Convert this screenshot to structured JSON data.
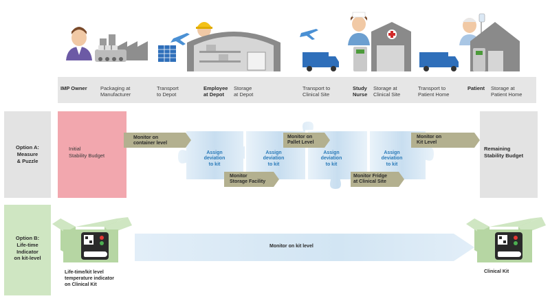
{
  "stages": [
    {
      "role": "IMP Owner",
      "activity": "Packaging at Manufacturer"
    },
    {
      "role": "",
      "activity": "Transport to Depot"
    },
    {
      "role": "Employee at Depot",
      "activity": "Storage at Depot"
    },
    {
      "role": "",
      "activity": "Transport to Clinical Site"
    },
    {
      "role": "Study Nurse",
      "activity": "Storage at Clinical Site"
    },
    {
      "role": "",
      "activity": "Transport to Patient Home"
    },
    {
      "role": "Patient",
      "activity": "Storage at Patient Home"
    }
  ],
  "stage_lines": {
    "s1_role": "IMP Owner",
    "s1_act_1": "Packaging at",
    "s1_act_2": "Manufacturer",
    "s2_act_1": "Transport",
    "s2_act_2": "to Depot",
    "s3_role_1": "Employee",
    "s3_role_2": "at Depot",
    "s3_act_1": "Storage",
    "s3_act_2": "at Depot",
    "s4_act_1": "Transport to",
    "s4_act_2": "Clinical Site",
    "s5_role_1": "Study",
    "s5_role_2": "Nurse",
    "s5_act_1": "Storage at",
    "s5_act_2": "Clinical Site",
    "s6_act_1": "Transport to",
    "s6_act_2": "Patient Home",
    "s7_role": "Patient",
    "s7_act_1": "Storage at",
    "s7_act_2": "Patient Home"
  },
  "option_a": {
    "label_1": "Option A:",
    "label_2": "Measure",
    "label_3": "& Puzzle",
    "initial_1": "Initial",
    "initial_2": "Stability Budget",
    "remaining_1": "Remaining",
    "remaining_2": "Stability Budget",
    "monitors": {
      "container_1": "Monitor on",
      "container_2": "container level",
      "storage_1": "Monitor",
      "storage_2": "Storage Facility",
      "pallet_1": "Monitor on",
      "pallet_2": "Pallet Level",
      "fridge_1": "Monitor Fridge",
      "fridge_2": "at Clinical Site",
      "kit_1": "Monitor on",
      "kit_2": "Kit Level"
    },
    "assign_1": "Assign",
    "assign_2": "deviation",
    "assign_3": "to kit"
  },
  "option_b": {
    "label_1": "Option B:",
    "label_2": "Life-time",
    "label_3": "Indicator",
    "label_4": "on kit-level",
    "monitor_kit": "Monitor on kit level",
    "indicator_1": "Life-time/kit level",
    "indicator_2": "temperature indicator",
    "indicator_3": "on Clinical Kit",
    "clinical_kit": "Clinical Kit"
  },
  "colors": {
    "gray_band": "#e6e6e6",
    "option_a_box": "#e3e3e3",
    "option_b_box": "#cfe6c2",
    "initial_budget": "#f2a7ae",
    "arrow_olive": "#b3b08f",
    "puzzle_blue": "#cfe3f2",
    "assign_text": "#2a7ab8",
    "kit_box_green": "#b6d6a3"
  }
}
